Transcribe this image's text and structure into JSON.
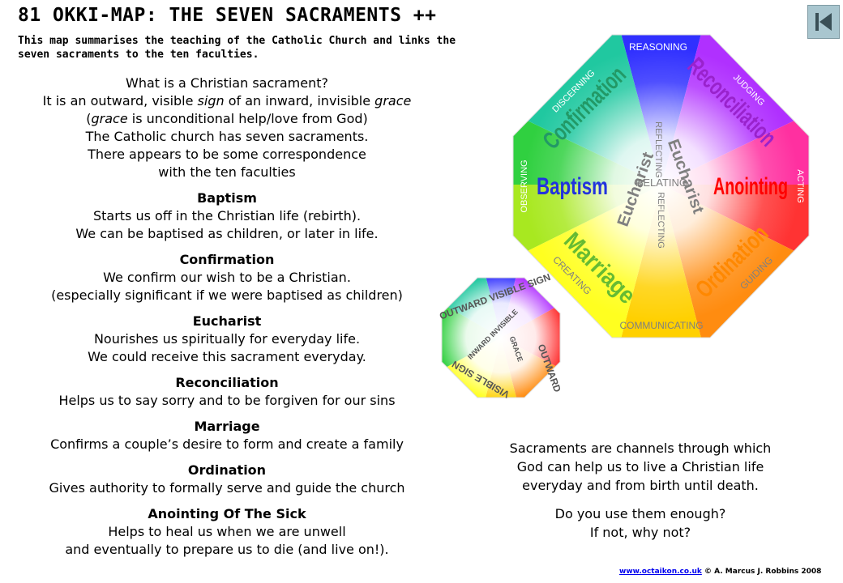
{
  "title": "81 OKKI-MAP: THE SEVEN SACRAMENTS ++",
  "intro": "This map summarises the teaching of the Catholic Church and links the seven sacraments to the ten faculties.",
  "what_is": {
    "q": "What is a Christian sacrament?",
    "l1_pre": "It is an outward, visible ",
    "l1_em1": "sign",
    "l1_mid": " of an inward, invisible ",
    "l1_em2": "grace",
    "l2_open": "(",
    "l2_em": "grace",
    "l2_rest": " is unconditional help/love from God)",
    "l3": "The Catholic church has seven sacraments.",
    "l4": "There appears to be some correspondence",
    "l5": "with the ten faculties"
  },
  "sacraments": [
    {
      "name": "Baptism",
      "lines": [
        "Starts us off in the Christian life (rebirth).",
        "We can be baptised as children, or later in life."
      ]
    },
    {
      "name": "Confirmation",
      "lines": [
        "We confirm our wish to be a Christian.",
        "(especially significant if we were baptised as children)"
      ]
    },
    {
      "name": "Eucharist",
      "lines": [
        "Nourishes us spiritually for everyday life.",
        "We could receive this sacrament everyday."
      ]
    },
    {
      "name": "Reconciliation",
      "lines": [
        "Helps us to say sorry and to be forgiven for our sins"
      ]
    },
    {
      "name": "Marriage",
      "lines": [
        "Confirms a couple’s desire to form and create a family"
      ]
    },
    {
      "name": "Ordination",
      "lines": [
        "Gives authority to formally serve and guide the church"
      ]
    },
    {
      "name": "Anointing Of The Sick",
      "lines": [
        "Helps to heal us when we are unwell",
        "and eventually to prepare us to die (and live on!)."
      ]
    }
  ],
  "right_text": {
    "p1": [
      "Sacraments are channels through which",
      "God can help us to live a Christian life",
      "everyday and from birth until death."
    ],
    "p2": [
      "Do you use them enough?",
      "If not, why not?"
    ]
  },
  "big_octagon": {
    "faculties": {
      "reasoning": "REASONING",
      "judging": "JUDGING",
      "acting": "ACTING",
      "guiding": "GUIDING",
      "communicating": "COMMUNICATING",
      "creating": "CREATING",
      "observing": "OBSERVING",
      "discerning": "DISCERNING",
      "reflecting": "REFLECTING",
      "relating": "RELATING"
    },
    "sacraments": {
      "confirmation": "Confirmation",
      "reconciliation": "Reconciliation",
      "baptism": "Baptism",
      "anointing": "Anointing",
      "marriage": "Marriage",
      "ordination": "Ordination",
      "eucharist": "Eucharist"
    },
    "colors": {
      "red": "#ff2a2a",
      "orange": "#ff9a00",
      "yellow": "#ffff00",
      "green": "#33dd33",
      "blue": "#2222ff",
      "violet": "#cc22ff",
      "label_gray": "#808080",
      "text_red": "#ff0000",
      "text_blue": "#2233dd",
      "text_orange": "#ff8800",
      "text_green": "#66bb33",
      "text_violet": "#9922cc",
      "text_teal": "#229966"
    }
  },
  "small_octagon": {
    "outward_visible_sign": "OUTWARD VISIBLE SIGN",
    "outward": "OUTWARD",
    "visible_sign": "VISIBLE SIGN",
    "inward_invisible": "INWARD INVISIBLE",
    "grace": "GRACE"
  },
  "footer": {
    "link": "www.octaikon.co.uk",
    "copyright": " © A. Marcus J. Robbins 2008"
  }
}
